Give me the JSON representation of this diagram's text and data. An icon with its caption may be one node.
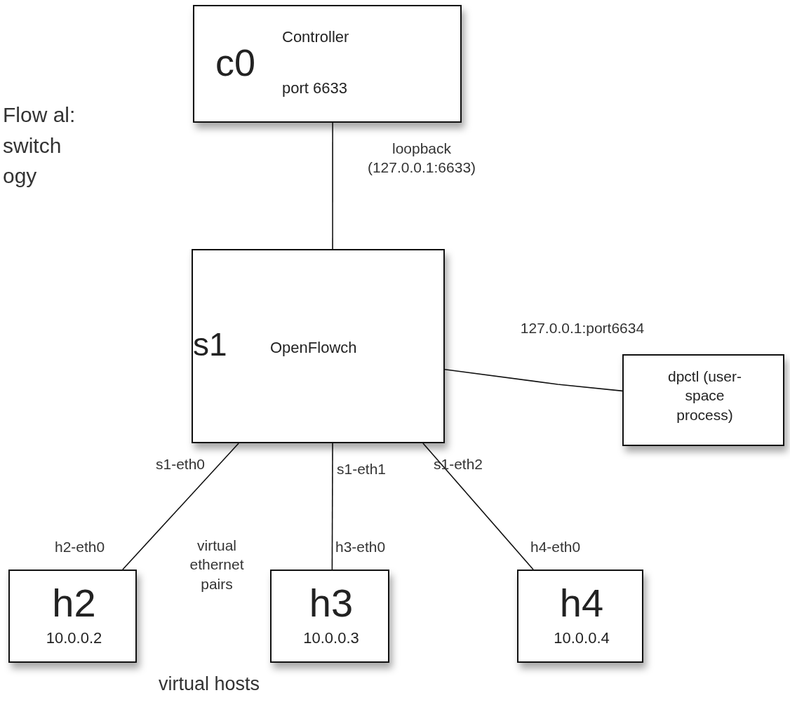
{
  "diagram": {
    "nodes": [
      {
        "text": [
          "c0",
          "Controller",
          "port 6633"
        ]
      },
      {
        "text": [
          "s1",
          "OpenFlowch"
        ]
      },
      {
        "text": [
          "dpctl (user-space process)"
        ]
      },
      {
        "text": [
          "h2",
          "10.0.0.2"
        ]
      },
      {
        "text": [
          "h3",
          "10.0.0.3"
        ]
      },
      {
        "text": [
          "h4",
          "10.0.0.4"
        ]
      }
    ],
    "edges": [
      {
        "from": 0,
        "to": 1,
        "arrow": "none",
        "label": "loopback (127.0.0.1:6633)"
      },
      {
        "from": 1,
        "to": 2,
        "arrow": "none",
        "label": "127.0.0.1:port6634"
      },
      {
        "from": 1,
        "to": 3,
        "arrow": "none"
      },
      {
        "from": 1,
        "to": 4,
        "arrow": "none"
      },
      {
        "from": 1,
        "to": 5,
        "arrow": "none"
      }
    ],
    "labels": [
      "Flow al: switch ogy",
      "s1-eth0",
      "s1-eth1",
      "s1-eth2",
      "h2-eth0",
      "virtual ethernet pairs",
      "h3-eth0",
      "h4-eth0",
      "virtual hosts"
    ]
  }
}
